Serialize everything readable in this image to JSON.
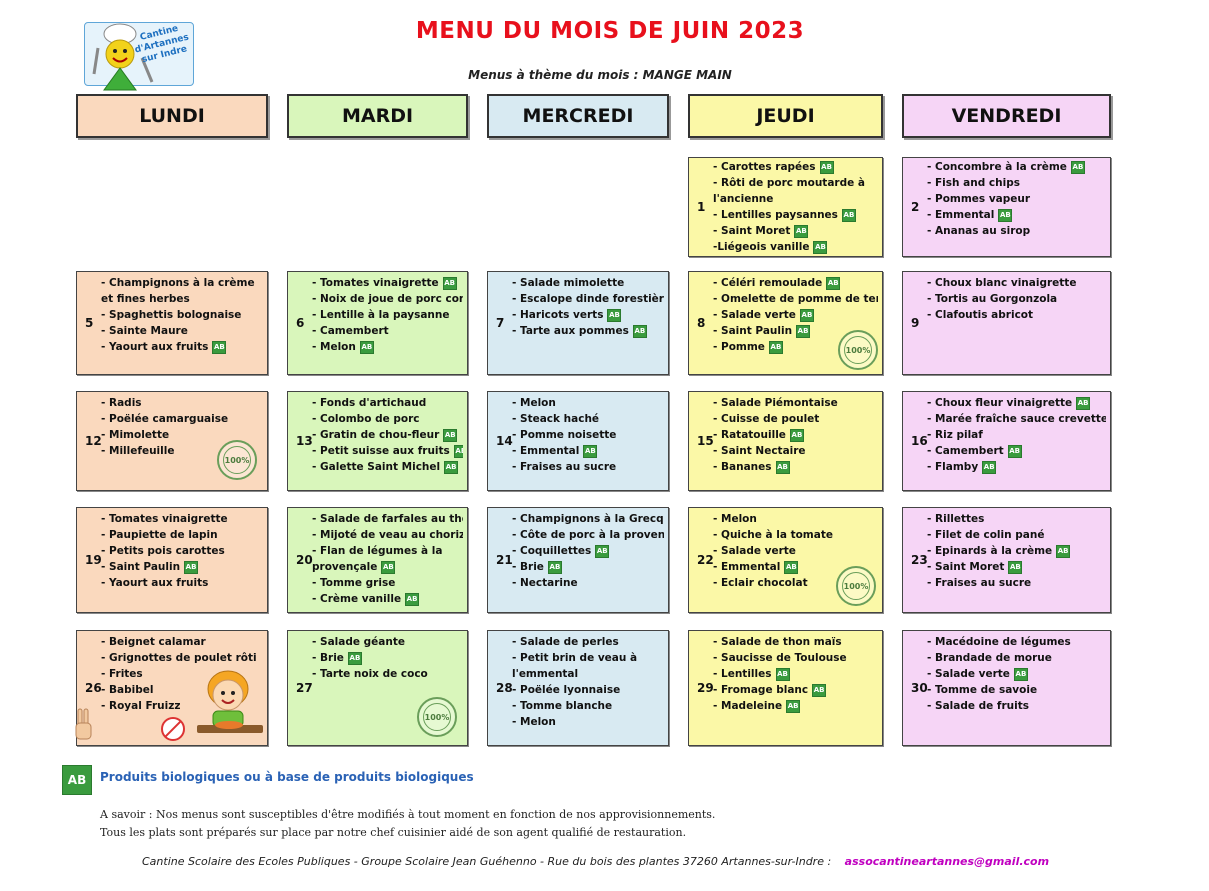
{
  "header": {
    "title": "MENU DU MOIS DE JUIN 2023",
    "subtitle": "Menus à thème du mois : MANGE MAIN",
    "logo_text": "Cantine d'Artannes sur Indre"
  },
  "days": [
    "LUNDI",
    "MARDI",
    "MERCREDI",
    "JEUDI",
    "VENDREDI"
  ],
  "colors": {
    "lundi": "#fad9be",
    "mardi": "#d9f6bb",
    "mercredi": "#d8eaf2",
    "jeudi": "#fbf8a7",
    "vendredi": "#f6d5f6",
    "title": "#e8101c",
    "bio_green": "#3a9b3e",
    "legend_blue": "#2a62b5",
    "email": "#c000c0"
  },
  "icons": {
    "bio_badge": "ab-bio-label-icon",
    "vegetarian": "vegetarian-100-stamp-icon",
    "kid": "child-eating-icon",
    "hand": "two-fingers-hand-icon",
    "no_cutlery": "no-cutlery-icon"
  },
  "stamp_text": "100%",
  "bio_badge_text": "AB",
  "week1": {
    "jeudi": {
      "num": "1",
      "items": [
        "- Carottes rapées",
        "- Rôti de porc moutarde à l'ancienne",
        "- Lentilles paysannes",
        "- Saint Moret",
        "-Liégeois vanille"
      ]
    },
    "vendredi": {
      "num": "2",
      "items": [
        "- Concombre à la crème",
        "- Fish and chips",
        "- Pommes vapeur",
        "- Emmental",
        "- Ananas au sirop"
      ]
    }
  },
  "week2": {
    "lundi": {
      "num": "5",
      "items": [
        "- Champignons à la crème et fines herbes",
        "- Spaghettis bolognaise",
        "- Sainte Maure",
        "- Yaourt aux fruits"
      ]
    },
    "mardi": {
      "num": "6",
      "items": [
        "- Tomates vinaigrette",
        "- Noix de joue de porc confite",
        "- Lentille à la paysanne",
        "- Camembert",
        "- Melon"
      ]
    },
    "mercredi": {
      "num": "7",
      "items": [
        "- Salade mimolette",
        "- Escalope dinde forestière",
        "- Haricots verts",
        "- Tarte aux pommes"
      ]
    },
    "jeudi": {
      "num": "8",
      "items": [
        "- Céléri remoulade",
        "- Omelette de pomme de terre",
        "- Salade verte",
        "- Saint Paulin",
        "- Pomme"
      ]
    },
    "vendredi": {
      "num": "9",
      "items": [
        "- Choux blanc vinaigrette",
        "- Tortis au Gorgonzola",
        "- Clafoutis abricot"
      ]
    }
  },
  "week3": {
    "lundi": {
      "num": "12",
      "items": [
        "- Radis",
        "- Poëlée camarguaise",
        "- Mimolette",
        "- Millefeuille"
      ]
    },
    "mardi": {
      "num": "13",
      "items": [
        "- Fonds d'artichaud",
        "- Colombo de porc",
        "- Gratin de chou-fleur",
        "- Petit suisse aux fruits",
        "- Galette Saint Michel"
      ]
    },
    "mercredi": {
      "num": "14",
      "items": [
        "- Melon",
        "- Steack haché",
        "- Pomme noisette",
        "- Emmental",
        "- Fraises au sucre"
      ]
    },
    "jeudi": {
      "num": "15",
      "items": [
        "- Salade Piémontaise",
        "- Cuisse de poulet",
        "- Ratatouille",
        "- Saint Nectaire",
        "- Bananes"
      ]
    },
    "vendredi": {
      "num": "16",
      "items": [
        "- Choux fleur vinaigrette",
        "- Marée fraîche sauce crevette",
        "- Riz pilaf",
        "- Camembert",
        "- Flamby"
      ]
    }
  },
  "week4": {
    "lundi": {
      "num": "19",
      "items": [
        "- Tomates vinaigrette",
        "- Paupiette de lapin",
        "- Petits pois carottes",
        "- Saint Paulin",
        "- Yaourt aux fruits"
      ]
    },
    "mardi": {
      "num": "20",
      "items": [
        "- Salade de farfales au thon",
        "- Mijoté de veau au chorizo",
        "- Flan de légumes à la provençale",
        "- Tomme grise",
        "- Crème vanille"
      ]
    },
    "mercredi": {
      "num": "21",
      "items": [
        "- Champignons à la Grecque",
        "- Côte de porc à la provençale",
        "- Coquillettes",
        "- Brie",
        "- Nectarine"
      ]
    },
    "jeudi": {
      "num": "22",
      "items": [
        "- Melon",
        "- Quiche à la tomate",
        "- Salade verte",
        "- Emmental",
        "- Eclair chocolat"
      ]
    },
    "vendredi": {
      "num": "23",
      "items": [
        "- Rillettes",
        "- Filet de colin pané",
        "- Epinards à la crème",
        "- Saint Moret",
        "- Fraises au sucre"
      ]
    }
  },
  "week5": {
    "lundi": {
      "num": "26",
      "items": [
        "- Beignet calamar",
        "- Grignottes de poulet rôti",
        "- Frites",
        "- Babibel",
        "- Royal Fruizz"
      ]
    },
    "mardi": {
      "num": "27",
      "items": [
        "- Salade géante",
        "- Brie",
        "- Tarte noix de coco"
      ]
    },
    "mercredi": {
      "num": "28",
      "items": [
        "- Salade de perles",
        "- Petit brin de veau à l'emmental",
        "- Poëlée lyonnaise",
        "- Tomme blanche",
        "- Melon"
      ]
    },
    "jeudi": {
      "num": "29",
      "items": [
        "- Salade de thon maïs",
        "- Saucisse de Toulouse",
        "- Lentilles",
        "- Fromage blanc",
        "- Madeleine"
      ]
    },
    "vendredi": {
      "num": "30",
      "items": [
        "- Macédoine de légumes",
        "- Brandade de morue",
        "- Salade verte",
        "- Tomme de savoie",
        "- Salade de fruits"
      ]
    }
  },
  "legend": "Produits biologiques ou à base de produits biologiques",
  "notes": {
    "line1": "A savoir : Nos menus sont susceptibles d'être modifiés à tout moment en fonction de nos approvisionnements.",
    "line2": "Tous les plats sont préparés sur place par notre chef cuisinier aidé de son agent qualifié de restauration."
  },
  "footer": {
    "address": "Cantine Scolaire des Ecoles Publiques - Groupe Scolaire Jean Guéhenno - Rue du bois des plantes 37260 Artannes-sur-Indre :",
    "email": "assocantineartannes@gmail.com"
  }
}
